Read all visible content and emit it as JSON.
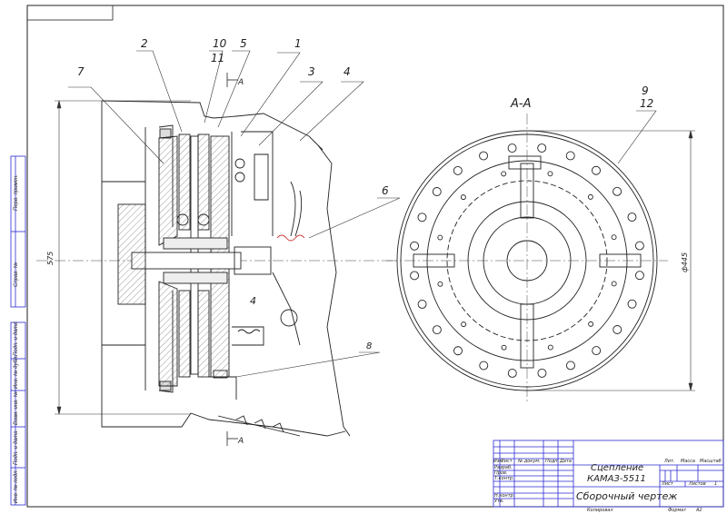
{
  "drawing": {
    "part_numbers": [
      "1",
      "2",
      "3",
      "4",
      "5",
      "6",
      "7",
      "8",
      "9",
      "10",
      "11",
      "12"
    ],
    "section_label": "А-А",
    "section_mark": "А",
    "dimension_height": "575",
    "dimension_diameter": "ф445",
    "view_marker": "4"
  },
  "side_stamp": {
    "perv_primen": "Перв. примен.",
    "sprav": "Справ. №",
    "podp_data_1": "Подп. и дата",
    "inv_dubl": "Инв. № дубл.",
    "vzam_inv": "Взам. инв. №",
    "podp_data_2": "Подп. и дата",
    "inv_podl": "Инв. № подл."
  },
  "title_block": {
    "col_izm": "Изм",
    "col_list": "Лист",
    "col_doc": "№ докум.",
    "col_podp": "Подп.",
    "col_data": "Дата",
    "razrab": "Разраб.",
    "prov": "Пров.",
    "tkontr": "Т.контр.",
    "nkontr": "Н.контр.",
    "utv": "Утв.",
    "name_line1": "Сцепление",
    "name_line2": "КАМАЗ-5511",
    "doc_type": "Сборочный чертеж",
    "lit": "Лит.",
    "massa": "Масса",
    "masshtab": "Масштаб",
    "sheet": "Лист",
    "sheets": "Листов",
    "sheets_count": "1",
    "kopiroval": "Копировал",
    "format_label": "Формат",
    "format_value": "А2"
  }
}
